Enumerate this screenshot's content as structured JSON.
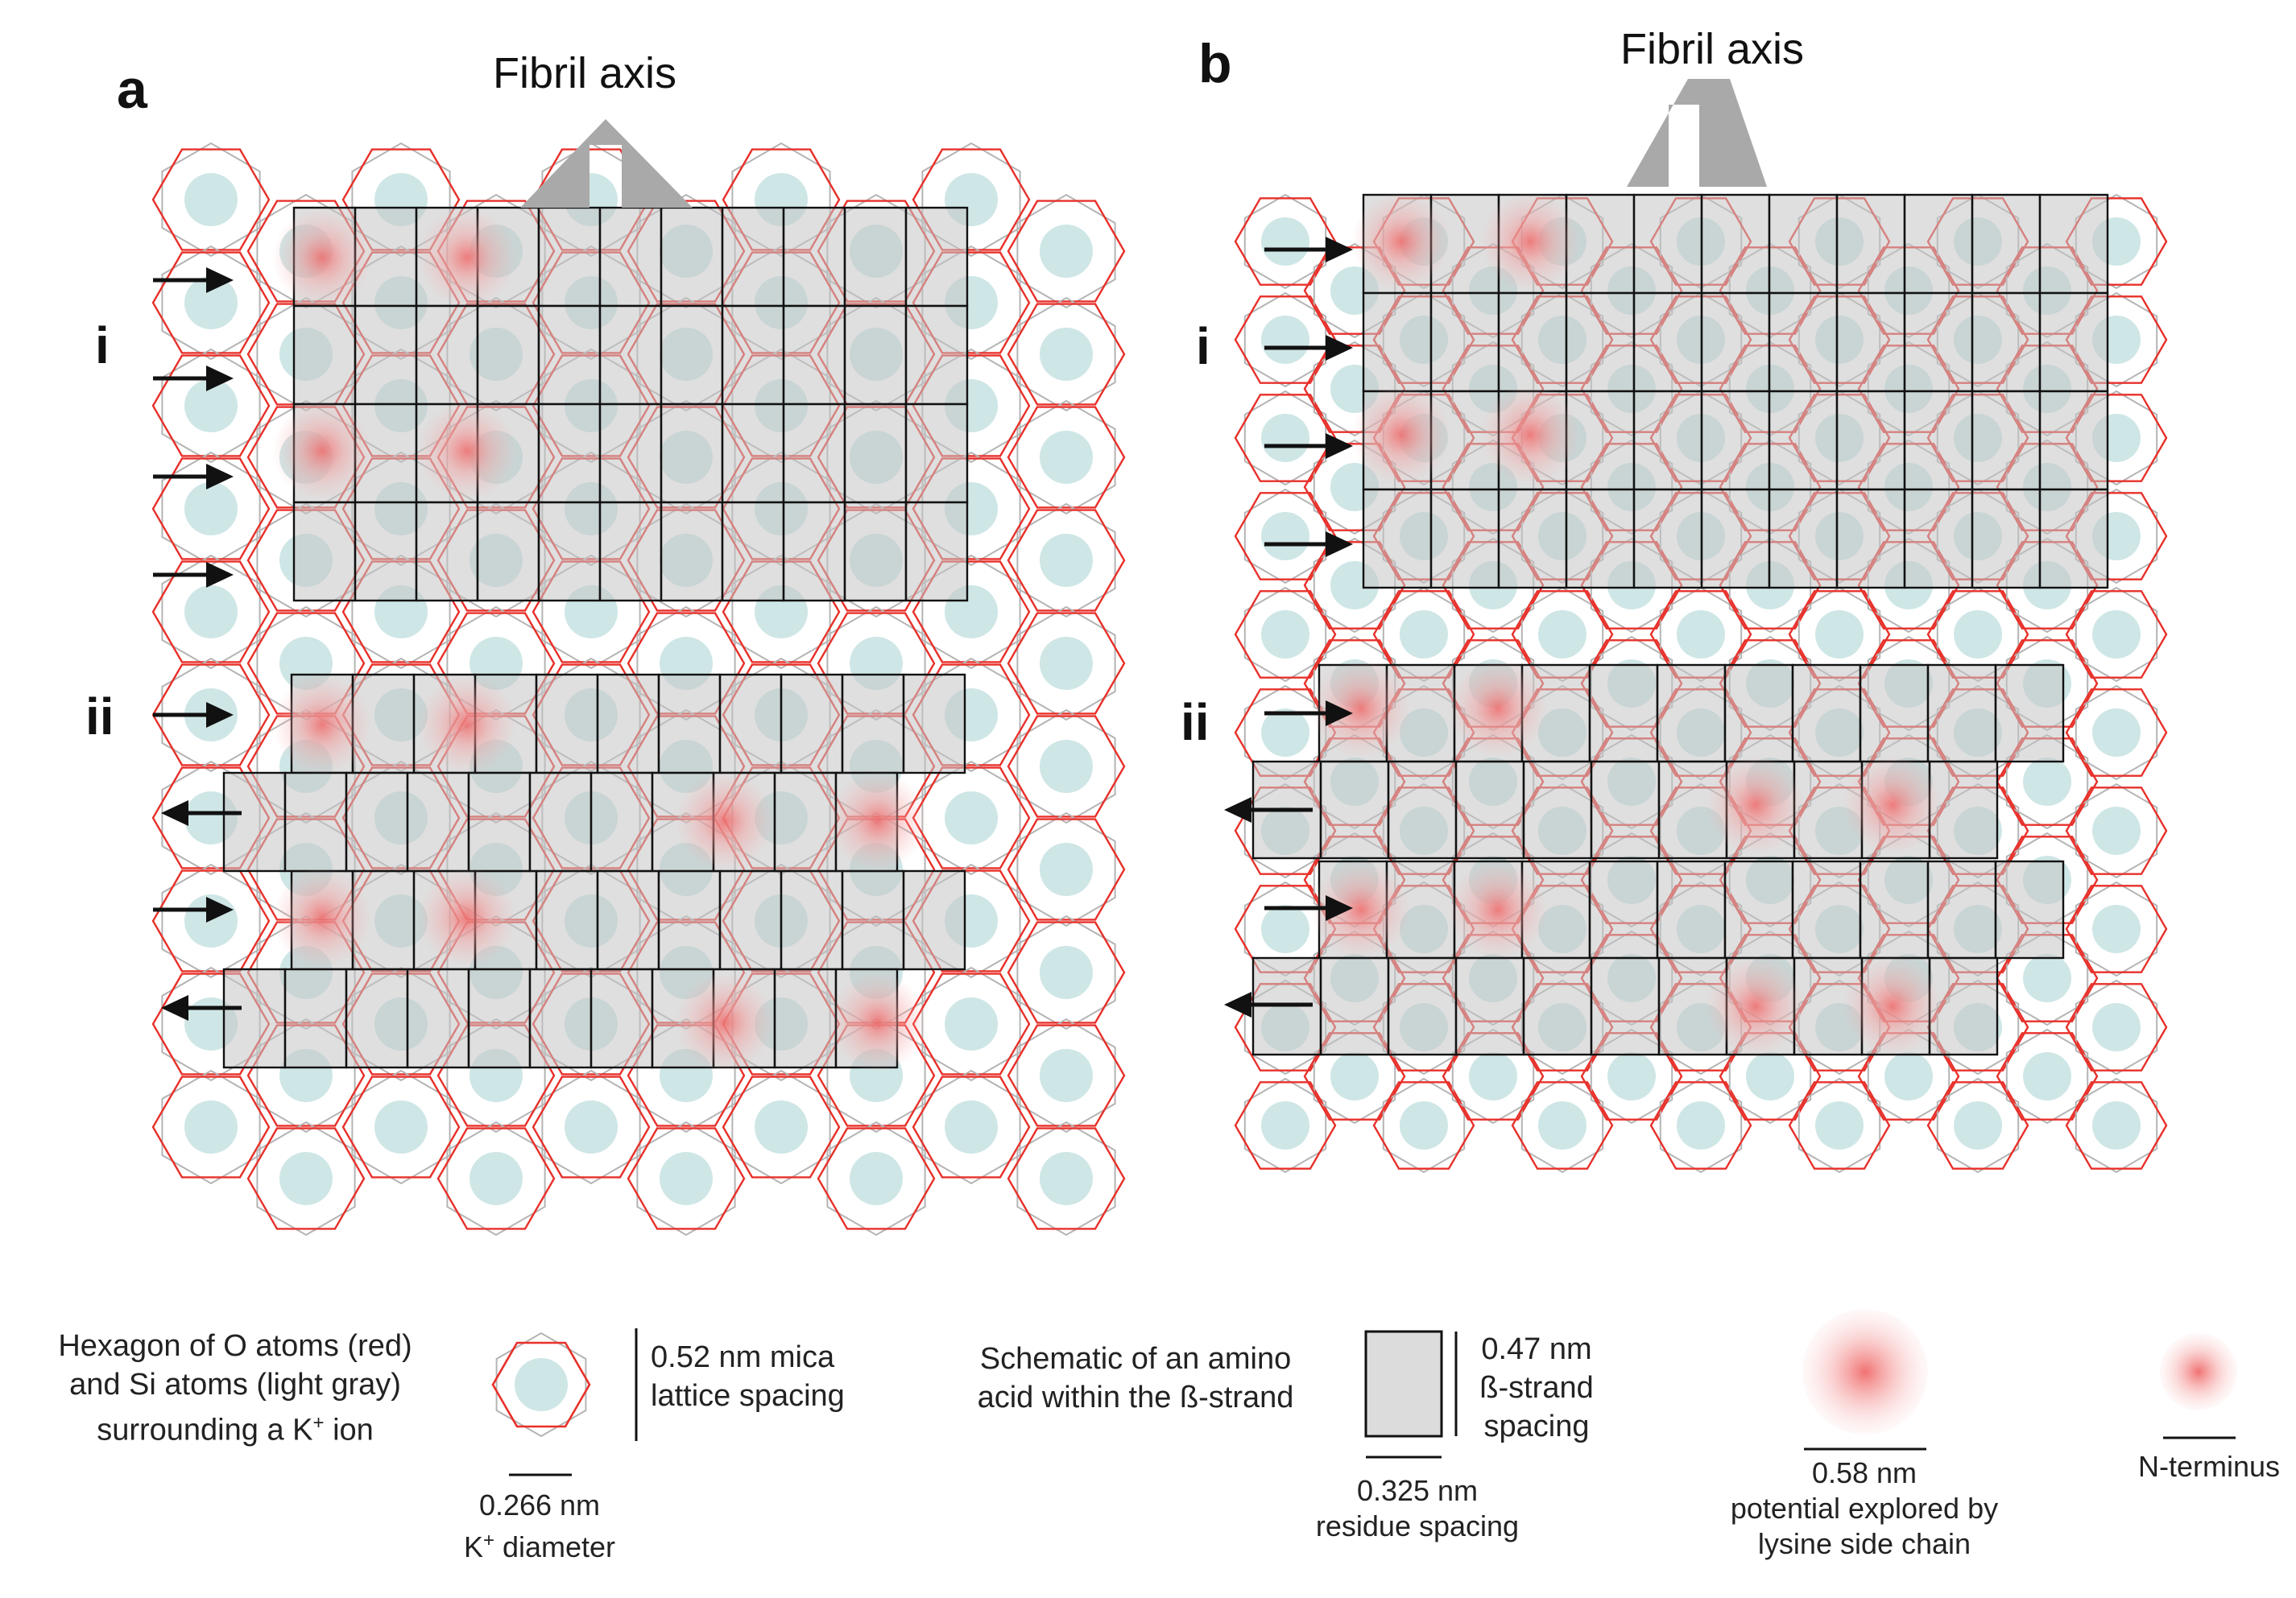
{
  "panels": [
    {
      "letter": "a",
      "axis_title": "Fibril axis",
      "row_labels": [
        "i",
        "ii"
      ]
    },
    {
      "letter": "b",
      "axis_title": "Fibril axis",
      "row_labels": [
        "i",
        "ii"
      ]
    }
  ],
  "legend": {
    "hexagon": {
      "desc_line1": "Hexagon of O atoms (red)",
      "desc_line2": "and Si atoms (light gray)",
      "desc_line3": "surrounding a K",
      "desc_line3_sup": "+",
      "desc_line3_end": " ion",
      "lattice_line1": "0.52 nm mica",
      "lattice_line2": "lattice spacing",
      "k_line1": "0.266 nm",
      "k_line2": "K",
      "k_line2_sup": "+",
      "k_line2_end": " diameter"
    },
    "amino_acid": {
      "desc_line1": "Schematic of an amino",
      "desc_line2": "acid within the ß-strand",
      "strand_line1": "0.47 nm",
      "strand_line2": "ß-strand",
      "strand_line3": "spacing",
      "residue_line1": "0.325 nm",
      "residue_line2": "residue spacing"
    },
    "lysine": {
      "line1": "0.58 nm",
      "line2": "potential explored by",
      "line3": "lysine side chain"
    },
    "n_terminus": {
      "label": "N-terminus"
    }
  },
  "colors": {
    "o_atoms": "#e8302a",
    "si_atoms": "#b4b4b4",
    "k_ion": "#cfe6e6",
    "residue_fill": "#c4c4c4",
    "residue_edge": "#111111",
    "axis_arrow": "#a9a9a9",
    "lysine_glow": "#f07878"
  }
}
